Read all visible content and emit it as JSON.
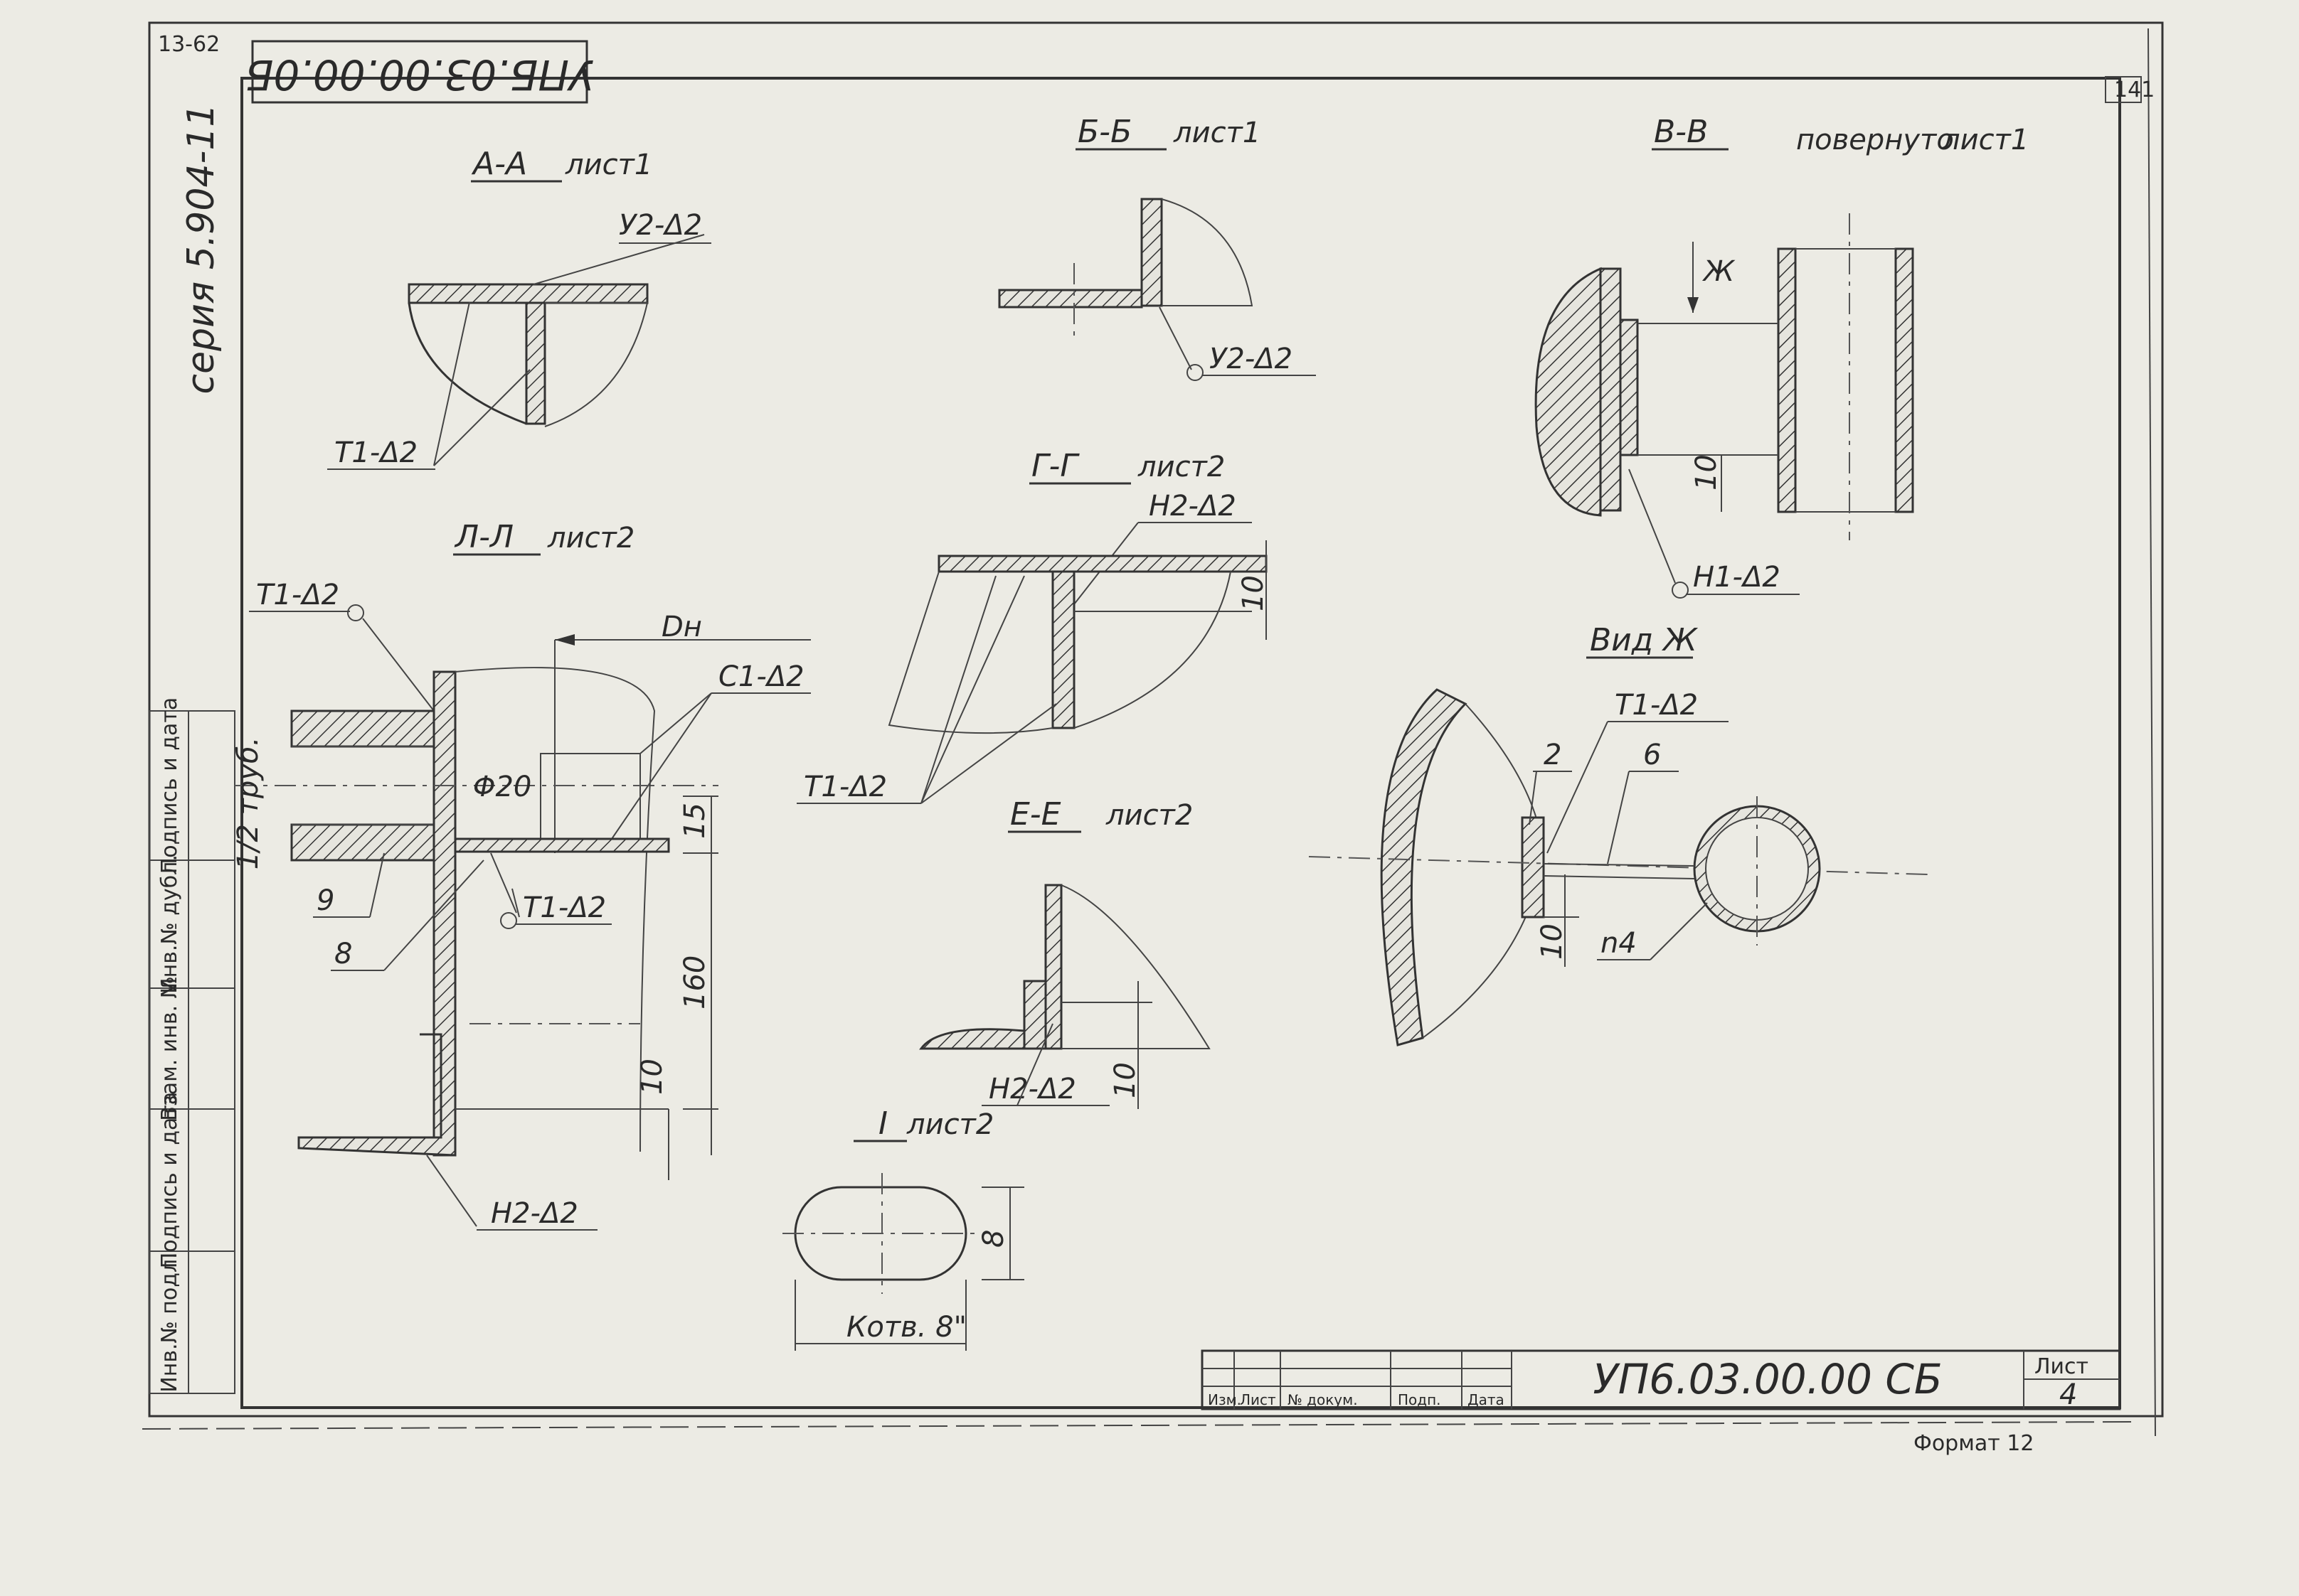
{
  "sheet": {
    "top_small": "13-62",
    "corner_no": "141",
    "rot_code": "УПБ.03.00.00.0Б",
    "series": "серия 5.904-11",
    "format": "Формат 12"
  },
  "sections": {
    "aa": {
      "title": "А-А",
      "sheet": "лист1",
      "weld_top": "У2-Δ2",
      "weld_bottom": "Т1-Δ2"
    },
    "bb": {
      "title": "Б-Б",
      "sheet": "лист1",
      "weld": "У2-Δ2"
    },
    "vv": {
      "title": "В-В",
      "rotated": "повернуто",
      "sheet": "лист1",
      "arrow_label": "Ж",
      "dim": "10",
      "weld": "Н1-Δ2"
    },
    "ll": {
      "title": "Л-Л",
      "sheet": "лист2",
      "weld_tl": "Т1-Δ2",
      "diameter": "Dн",
      "weld_c1": "С1-Δ2",
      "pipe_label": "1/2 труб.",
      "phi": "Φ20",
      "weld_mid": "Т1-Δ2",
      "item9": "9",
      "item8": "8",
      "dim15": "15",
      "dim160": "160",
      "dim10": "10",
      "weld_bottom": "Н2-Δ2"
    },
    "gg": {
      "title": "Г-Г",
      "sheet": "лист2",
      "weld_top": "Н2-Δ2",
      "dim": "10",
      "weld_bottom": "Т1-Δ2"
    },
    "ee": {
      "title": "Е-Е",
      "sheet": "лист2",
      "weld": "Н2-Δ2",
      "dim": "10"
    },
    "view_zh": {
      "title": "Вид Ж",
      "weld": "Т1-Δ2",
      "item2": "2",
      "item6": "6",
      "dim": "10",
      "n4": "n4"
    },
    "detail_i": {
      "title": "I",
      "sheet": "лист2",
      "dim_h": "8",
      "dim_w": "Котв. 8\""
    }
  },
  "side_table": [
    "Подпись и дата",
    "Инв.№ дубл.",
    "Взам. инв. №",
    "Подпись и дата",
    "Инв.№ подл."
  ],
  "title_block": {
    "code": "УП6.03.00.00 СБ",
    "sheet_label": "Лист",
    "sheet_no": "4",
    "cells": [
      "Изм.",
      "Лист",
      "№ докум.",
      "Подп.",
      "Дата"
    ]
  }
}
